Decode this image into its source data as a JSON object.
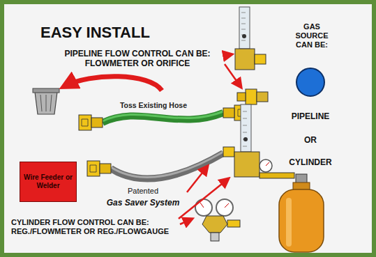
{
  "diagram": {
    "title": "EASY INSTALL",
    "nodes": [
      {
        "text": [
          "Wire Feeder or Welder"
        ]
      }
    ],
    "labels": [
      "PIPELINE FLOW CONTROL CAN BE: FLOWMETER OR ORIFICE",
      "GAS SOURCE CAN BE:",
      "Toss Existing Hose",
      "PIPELINE",
      "OR",
      "CYLINDER",
      "Patented",
      "Gas Saver System",
      "CYLINDER FLOW CONTROL CAN BE: REG./FLOWMETER OR REG./FLOWGAUGE"
    ]
  }
}
